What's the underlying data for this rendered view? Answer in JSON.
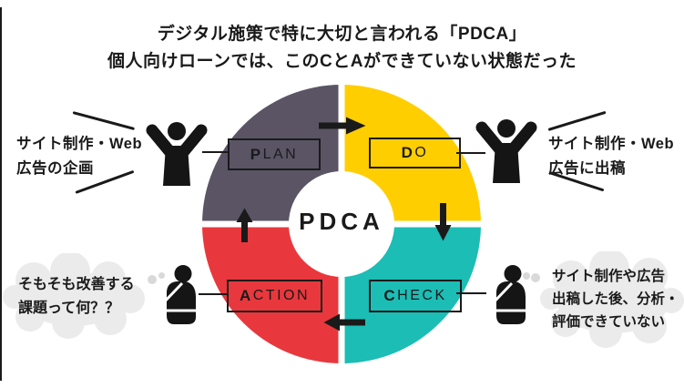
{
  "title": {
    "line1": "デジタル施策で特に大切と言われる「PDCA」",
    "line2": "個人向けローンでは、このCとAができていない状態だった"
  },
  "cycle": {
    "center_label": "PDCA",
    "segments": {
      "plan": {
        "label": "PLAN",
        "initial": "P",
        "rest": "LAN",
        "color": "#5A5465"
      },
      "do": {
        "label": "DO",
        "initial": "D",
        "rest": "O",
        "color": "#FFCE00"
      },
      "check": {
        "label": "CHECK",
        "initial": "C",
        "rest": "HECK",
        "color": "#1CBDB5"
      },
      "action": {
        "label": "ACTION",
        "initial": "A",
        "rest": "CTION",
        "color": "#E8383D"
      }
    }
  },
  "callouts": {
    "plan": {
      "line1": "サイト制作・Web",
      "line2": "広告の企画"
    },
    "do": {
      "line1": "サイト制作・Web",
      "line2": "広告に出稿"
    },
    "action": {
      "line1": "そもそも改善する",
      "line2": "課題って何？？"
    },
    "check": {
      "line1": "サイト制作や広告",
      "line2": "出稿した後、分析・",
      "line3": "評価できていない"
    }
  },
  "icons": {
    "plan_person": "cheering-person-icon",
    "do_person": "cheering-person-icon",
    "action_person": "thinking-person-icon",
    "check_person": "thinking-person-icon"
  },
  "colors": {
    "background": "#FFFFFF",
    "ink": "#1A1A1A",
    "bubble": "#EBEBEB",
    "bubble_dot": "#D9D9D9"
  }
}
